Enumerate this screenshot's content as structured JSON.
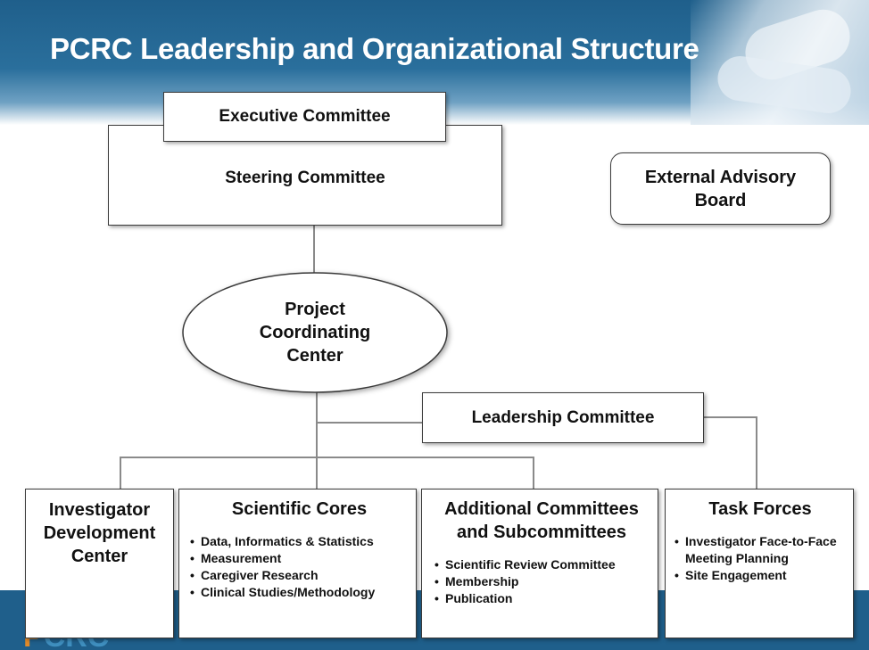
{
  "slide": {
    "title": "PCRC Leadership and Organizational Structure",
    "logo_text_a": "P",
    "logo_text_b": "CRC"
  },
  "colors": {
    "header_blue": "#1f5f8b",
    "box_border": "#3a3a3a",
    "connector_gray": "#8a8a8a"
  },
  "org": {
    "executive_committee": "Executive Committee",
    "steering_committee": "Steering Committee",
    "external_advisory_board": "External Advisory Board",
    "project_coordinating_center": "Project Coordinating Center",
    "leadership_committee": "Leadership Committee",
    "investigator_development_center": "Investigator Development Center",
    "scientific_cores": {
      "title": "Scientific Cores",
      "items": [
        "Data, Informatics & Statistics",
        "Measurement",
        "Caregiver Research",
        "Clinical Studies/Methodology"
      ]
    },
    "additional_committees": {
      "title": "Additional Committees and Subcommittees",
      "items": [
        "Scientific Review Committee",
        "Membership",
        "Publication"
      ]
    },
    "task_forces": {
      "title": "Task Forces",
      "items": [
        "Investigator Face-to-Face Meeting Planning",
        "Site Engagement"
      ]
    }
  }
}
